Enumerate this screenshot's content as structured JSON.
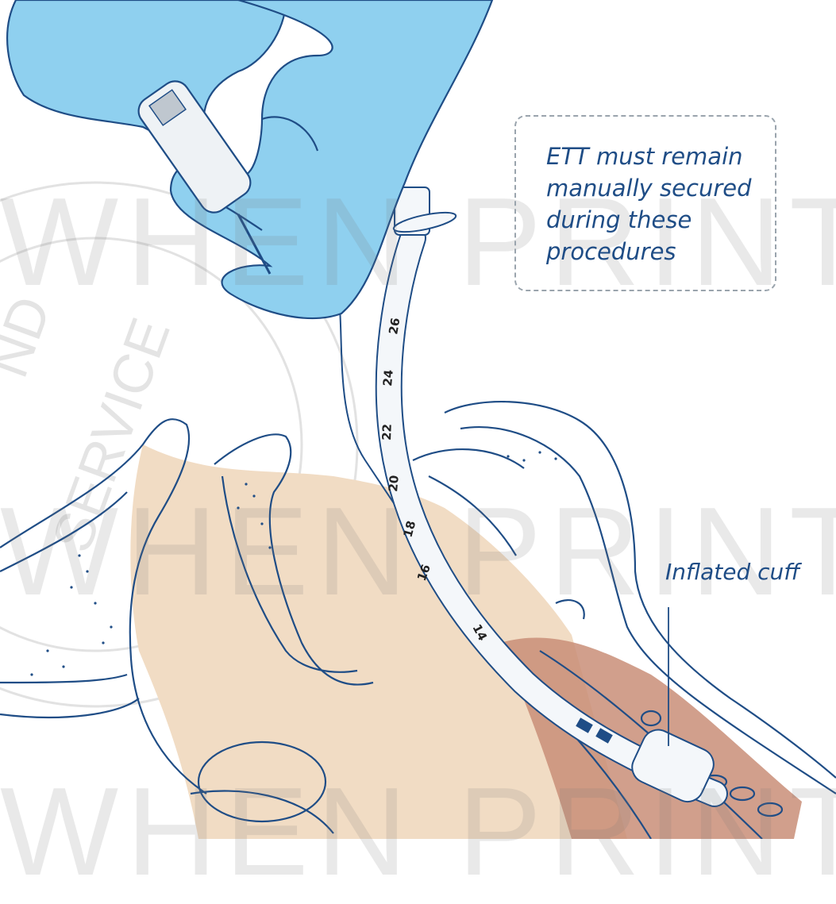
{
  "callout": {
    "text": "ETT must remain\nmanually secured\nduring these\nprocedures"
  },
  "labels": {
    "inflated_cuff": "Inflated cuff"
  },
  "tube_markings": [
    "14",
    "16",
    "18",
    "20",
    "22",
    "24",
    "26"
  ],
  "watermark": {
    "line1": "WHEN PRINTE",
    "line2": "WHEN PRINTE",
    "line3": "WHEN PRINTE"
  },
  "seal_lettering": [
    "ND",
    "SERVICE"
  ],
  "colors": {
    "glove": "#8fd0ef",
    "glove_outline": "#1f4d86",
    "tissue": "#f1dcc4",
    "airway": "#c98e78",
    "outline": "#1f4d86",
    "text": "#1f4d86"
  },
  "icons": {
    "gloved_hands": "gloved-hands-icon",
    "syringe": "syringe-icon",
    "endotracheal_tube": "endotracheal-tube-icon",
    "airway_anatomy": "airway-anatomy-icon"
  }
}
